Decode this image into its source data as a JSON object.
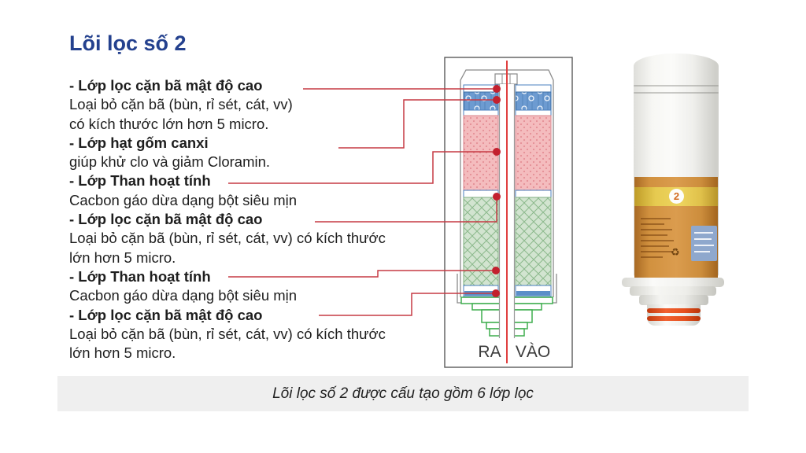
{
  "title": "Lõi lọc số 2",
  "labels": [
    {
      "text": "- Lớp lọc cặn bã mật độ cao",
      "bold": true
    },
    {
      "text": "Loại bỏ cặn bã (bùn, rỉ sét, cát, vv)",
      "bold": false
    },
    {
      "text": "có kích thước lớn hơn 5 micro.",
      "bold": false
    },
    {
      "text": "- Lớp hạt gốm canxi",
      "bold": true
    },
    {
      "text": "giúp khử clo và giảm Cloramin.",
      "bold": false
    },
    {
      "text": "- Lớp Than hoạt tính",
      "bold": true
    },
    {
      "text": "Cacbon gáo dừa dạng bột siêu mịn",
      "bold": false
    },
    {
      "text": "- Lớp lọc cặn bã  mật độ cao",
      "bold": true
    },
    {
      "text": "Loại bỏ cặn bã (bùn, rỉ sét, cát, vv) có kích thước",
      "bold": false
    },
    {
      "text": "lớn hơn 5 micro.",
      "bold": false
    },
    {
      "text": "- Lớp Than hoạt tính",
      "bold": true
    },
    {
      "text": "Cacbon gáo dừa dạng bột siêu mịn",
      "bold": false
    },
    {
      "text": "- Lớp lọc cặn bã  mật độ cao",
      "bold": true
    },
    {
      "text": "Loại bỏ cặn bã (bùn, rỉ sét, cát, vv) có kích thước",
      "bold": false
    },
    {
      "text": "lớn hơn 5 micro.",
      "bold": false
    }
  ],
  "diagram": {
    "outlet_label": "RA",
    "inlet_label": "VÀO"
  },
  "product": {
    "badge": "2"
  },
  "icons": {
    "recycle": "♻"
  },
  "caption": {
    "text": "Lõi lọc số 2 được cấu tạo gồm 6 lớp lọc"
  },
  "colors": {
    "title_blue": "#24418e",
    "callout_red": "#c63a44",
    "center_line_red": "#e04040",
    "layer_blue": "#6d9bd1",
    "layer_pink": "#f4bcbe",
    "layer_green": "#d2e4d0",
    "fitting_green": "#3fae4e",
    "label_orange": "#d89a4a",
    "band_yellow": "#e8cc52",
    "oring_red": "#e04818",
    "caption_bg": "#efefef"
  }
}
